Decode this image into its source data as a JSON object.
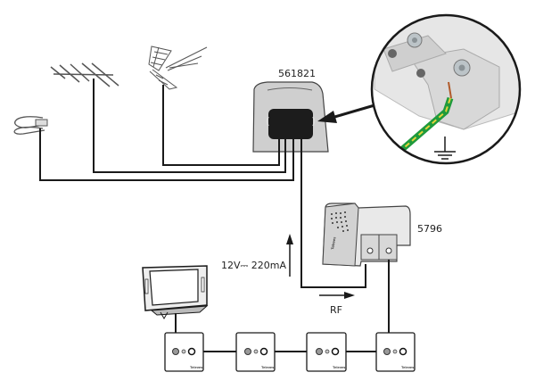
{
  "diagram": {
    "title": "TV antenna installation with mast amplifier and power supply",
    "labels": {
      "amplifier_model": "561821",
      "power_supply_model": "5796",
      "power_spec": "12V⎓ 220mA",
      "rf_label": "RF"
    },
    "components": {
      "antennas": [
        "satellite-dish",
        "yagi-uhf-antenna",
        "log-periodic-antenna"
      ],
      "amplifier": "mast-amplifier",
      "power_supply": "power-supply-unit",
      "tv": "television",
      "wall_outlets": [
        "outlet-1",
        "outlet-2",
        "outlet-3",
        "outlet-4"
      ],
      "detail_inset": "ground-connection-detail",
      "ground_symbol": "earth-ground"
    },
    "outlet_brand": "Televes",
    "power_supply_brand": "Televes",
    "colors": {
      "wire": "#1a1a1a",
      "housing": "#c8c8c8",
      "ground_wire_green": "#1f9a3c",
      "ground_wire_yellow": "#e3d43a"
    }
  }
}
